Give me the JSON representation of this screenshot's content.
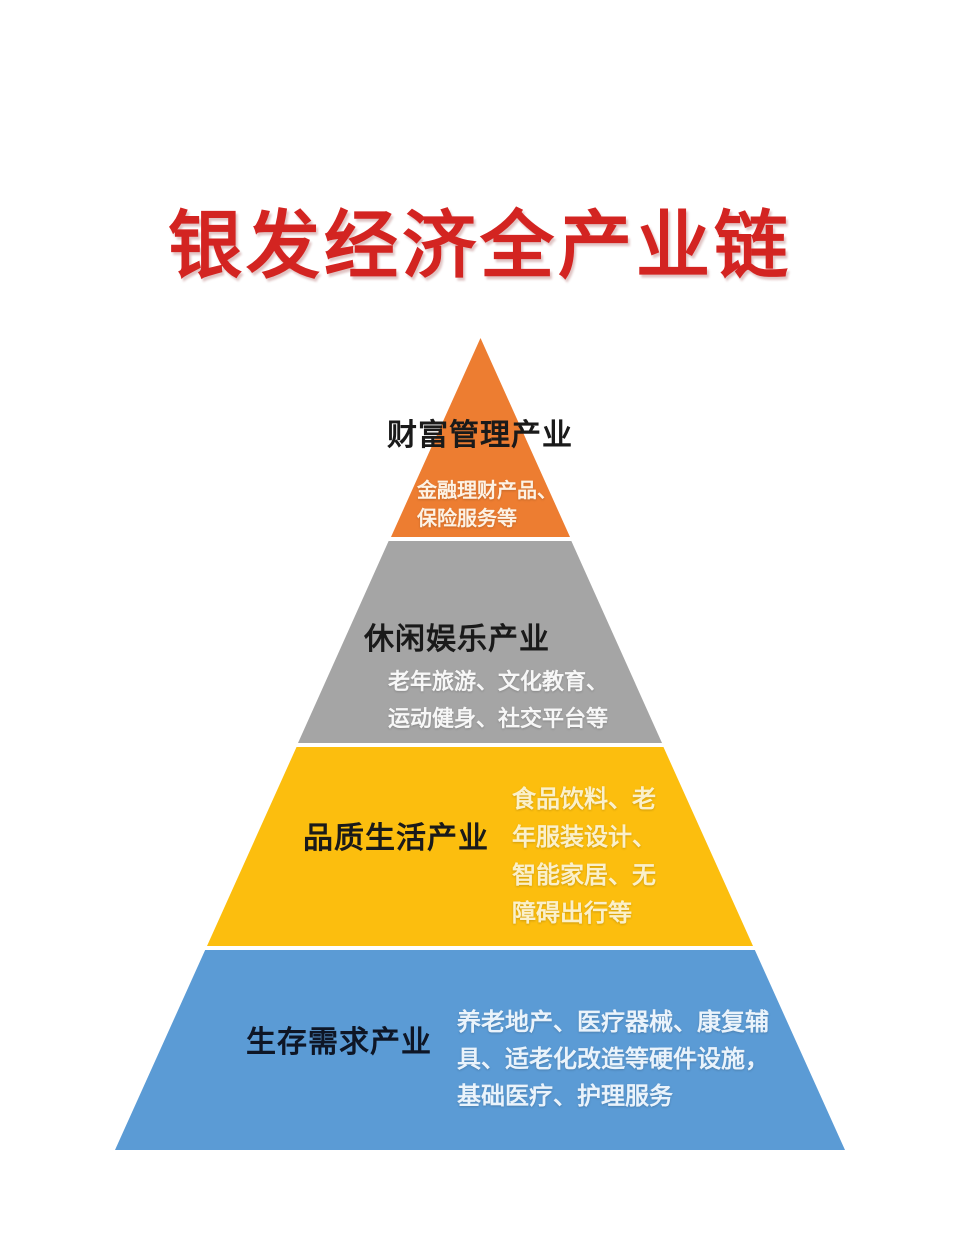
{
  "title": {
    "text": "银发经济全产业链",
    "color": "#d32421"
  },
  "pyramid": {
    "tiers": [
      {
        "id": "wealth-management",
        "label": "财富管理产业",
        "label_color": "#1a1a1a",
        "color": "#ed7d31",
        "desc_color": "#fdf2e4",
        "desc_lines": [
          "金融理财产品、",
          "保险服务等"
        ]
      },
      {
        "id": "leisure-entertainment",
        "label": "休闲娱乐产业",
        "label_color": "#1a1a1a",
        "color": "#a5a5a5",
        "desc_color": "#f7f7f7",
        "desc_lines": [
          "老年旅游、文化教育、",
          "运动健身、社交平台等"
        ]
      },
      {
        "id": "quality-life",
        "label": "品质生活产业",
        "label_color": "#1a1a1a",
        "color": "#fcbe0e",
        "desc_color": "#fbf0ca",
        "desc_lines": [
          "食品饮料、老",
          "年服装设计、",
          "智能家居、无",
          "障碍出行等"
        ]
      },
      {
        "id": "survival-needs",
        "label": "生存需求产业",
        "label_color": "#0e1626",
        "color": "#5b9bd5",
        "desc_color": "#eaf3fb",
        "desc_lines": [
          "养老地产、医疗器械、康复辅",
          "具、适老化改造等硬件设施，",
          "基础医疗、护理服务"
        ]
      }
    ]
  }
}
